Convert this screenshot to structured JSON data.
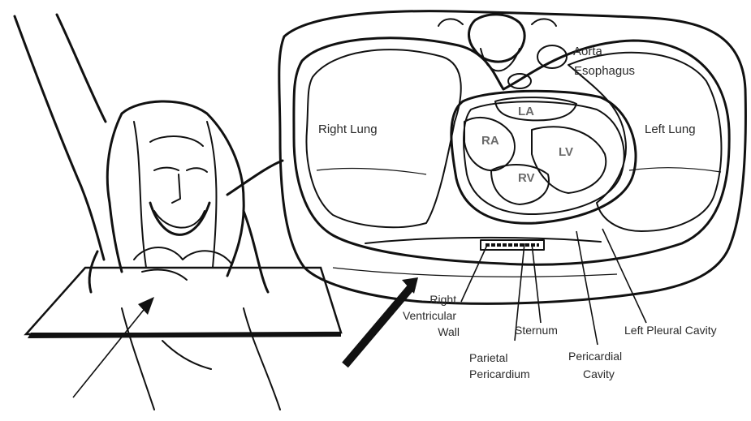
{
  "labels": {
    "aorta": "Aorta",
    "esophagus": "Esophagus",
    "right_lung": "Right Lung",
    "left_lung": "Left Lung",
    "la": "LA",
    "ra": "RA",
    "lv": "LV",
    "rv": "RV",
    "right_ventricular_wall": [
      "Right",
      "Ventricular",
      "Wall"
    ],
    "sternum": "Sternum",
    "parietal_pericardium": [
      "Parietal",
      "Pericardium"
    ],
    "pericardial_cavity": [
      "Pericardial",
      "Cavity"
    ],
    "left_pleural_cavity": "Left Pleural Cavity"
  },
  "colors": {
    "ink": "#111111",
    "label_text": "#2a2a2a",
    "chamber_label": "#6a6a6a",
    "background": "#ffffff"
  }
}
